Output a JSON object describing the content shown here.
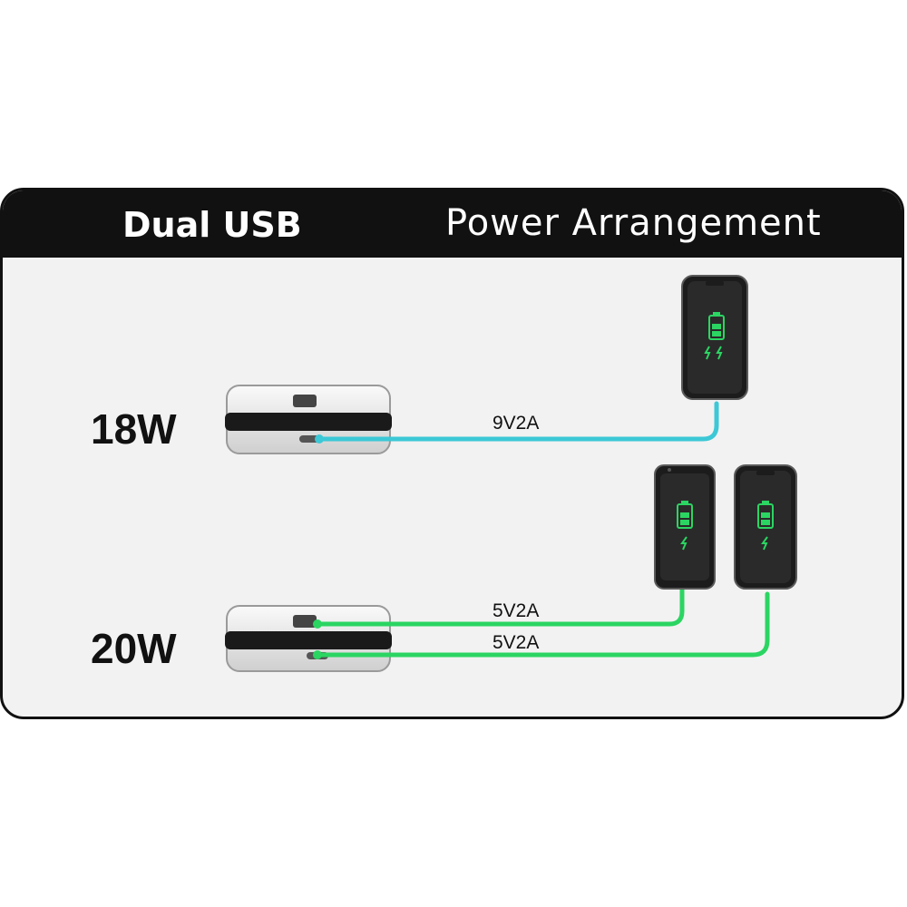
{
  "header": {
    "left_title": "Dual USB",
    "right_title": "Power Arrangement"
  },
  "rows": [
    {
      "wattage": "18W",
      "cables": [
        "9V2A"
      ]
    },
    {
      "wattage": "20W",
      "cables": [
        "5V2A",
        "5V2A"
      ]
    }
  ],
  "colors": {
    "cable_fast": "#3cc8d6",
    "cable_standard": "#2bd562",
    "battery": "#2bd562",
    "header_bg": "#111111"
  }
}
